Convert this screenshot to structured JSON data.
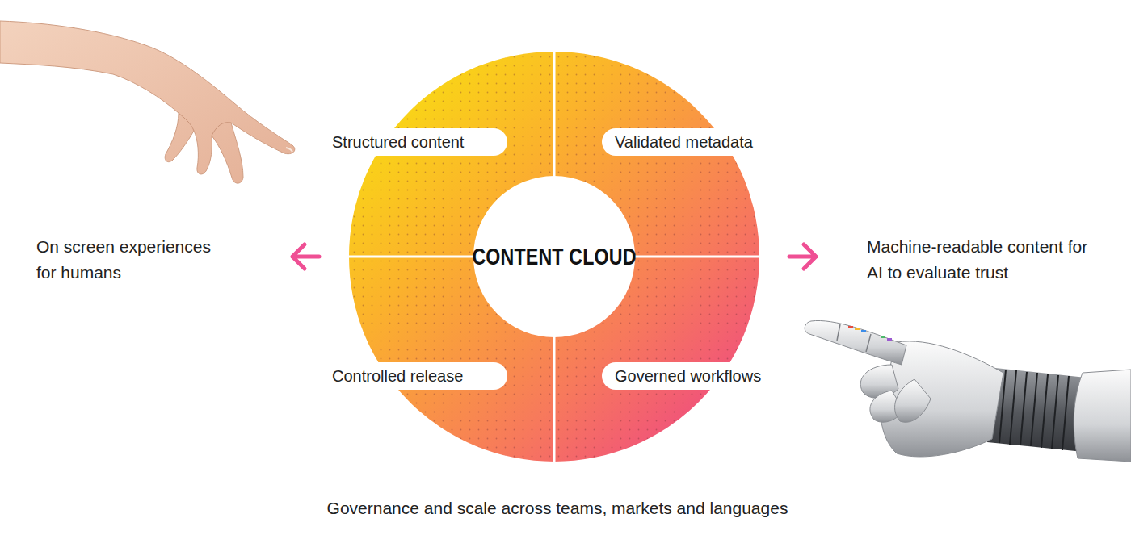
{
  "diagram": {
    "nodes": [
      {
        "text": [
          "CONTENT CLOUD"
        ]
      },
      {
        "text": [
          "Structured content"
        ],
        "in": 0
      },
      {
        "text": [
          "Validated metadata"
        ],
        "in": 0
      },
      {
        "text": [
          "Controlled release"
        ],
        "in": 0
      },
      {
        "text": [
          "Governed workflows"
        ],
        "in": 0
      }
    ],
    "labels": [
      "On screen experiences for humans",
      "Machine-readable content for AI to evaluate trust",
      "Governance and scale across teams, markets and languages"
    ]
  }
}
